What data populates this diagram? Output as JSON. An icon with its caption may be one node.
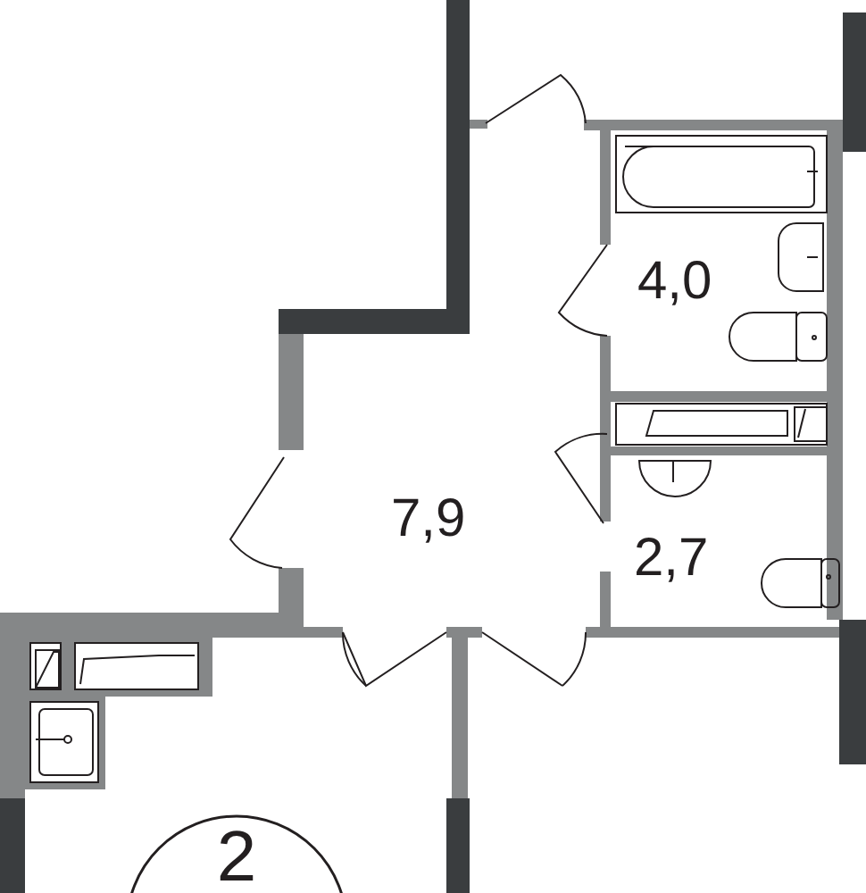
{
  "diagram": {
    "nodes": [
      {
        "text": [
          "2"
        ]
      }
    ],
    "labels": [
      "4,0",
      "7,9",
      "2,7"
    ]
  }
}
